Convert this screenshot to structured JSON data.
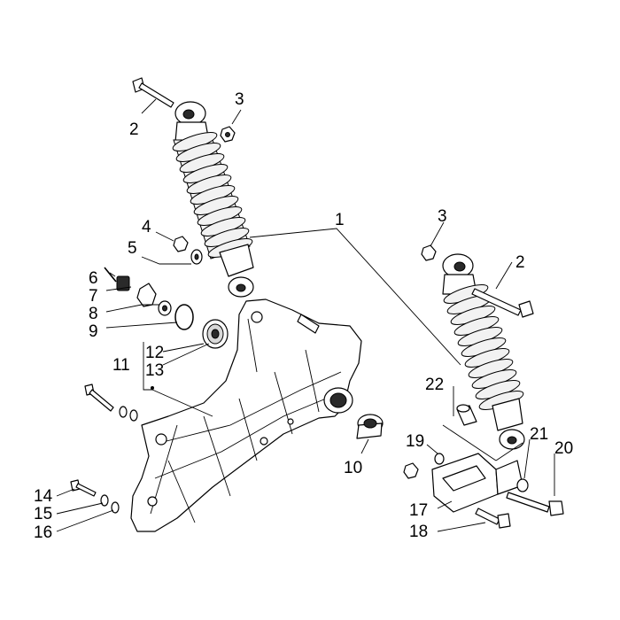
{
  "callouts": [
    {
      "id": "c1",
      "text": "1"
    },
    {
      "id": "c2a",
      "text": "2"
    },
    {
      "id": "c2b",
      "text": "2"
    },
    {
      "id": "c3a",
      "text": "3"
    },
    {
      "id": "c3b",
      "text": "3"
    },
    {
      "id": "c4",
      "text": "4"
    },
    {
      "id": "c5",
      "text": "5"
    },
    {
      "id": "c6",
      "text": "6"
    },
    {
      "id": "c7",
      "text": "7"
    },
    {
      "id": "c8",
      "text": "8"
    },
    {
      "id": "c9",
      "text": "9"
    },
    {
      "id": "c10",
      "text": "10"
    },
    {
      "id": "c11",
      "text": "11"
    },
    {
      "id": "c12",
      "text": "12"
    },
    {
      "id": "c13",
      "text": "13"
    },
    {
      "id": "c14",
      "text": "14"
    },
    {
      "id": "c15",
      "text": "15"
    },
    {
      "id": "c16",
      "text": "16"
    },
    {
      "id": "c17",
      "text": "17"
    },
    {
      "id": "c18",
      "text": "18"
    },
    {
      "id": "c19",
      "text": "19"
    },
    {
      "id": "c20",
      "text": "20"
    },
    {
      "id": "c21",
      "text": "21"
    },
    {
      "id": "c22",
      "text": "22"
    }
  ]
}
